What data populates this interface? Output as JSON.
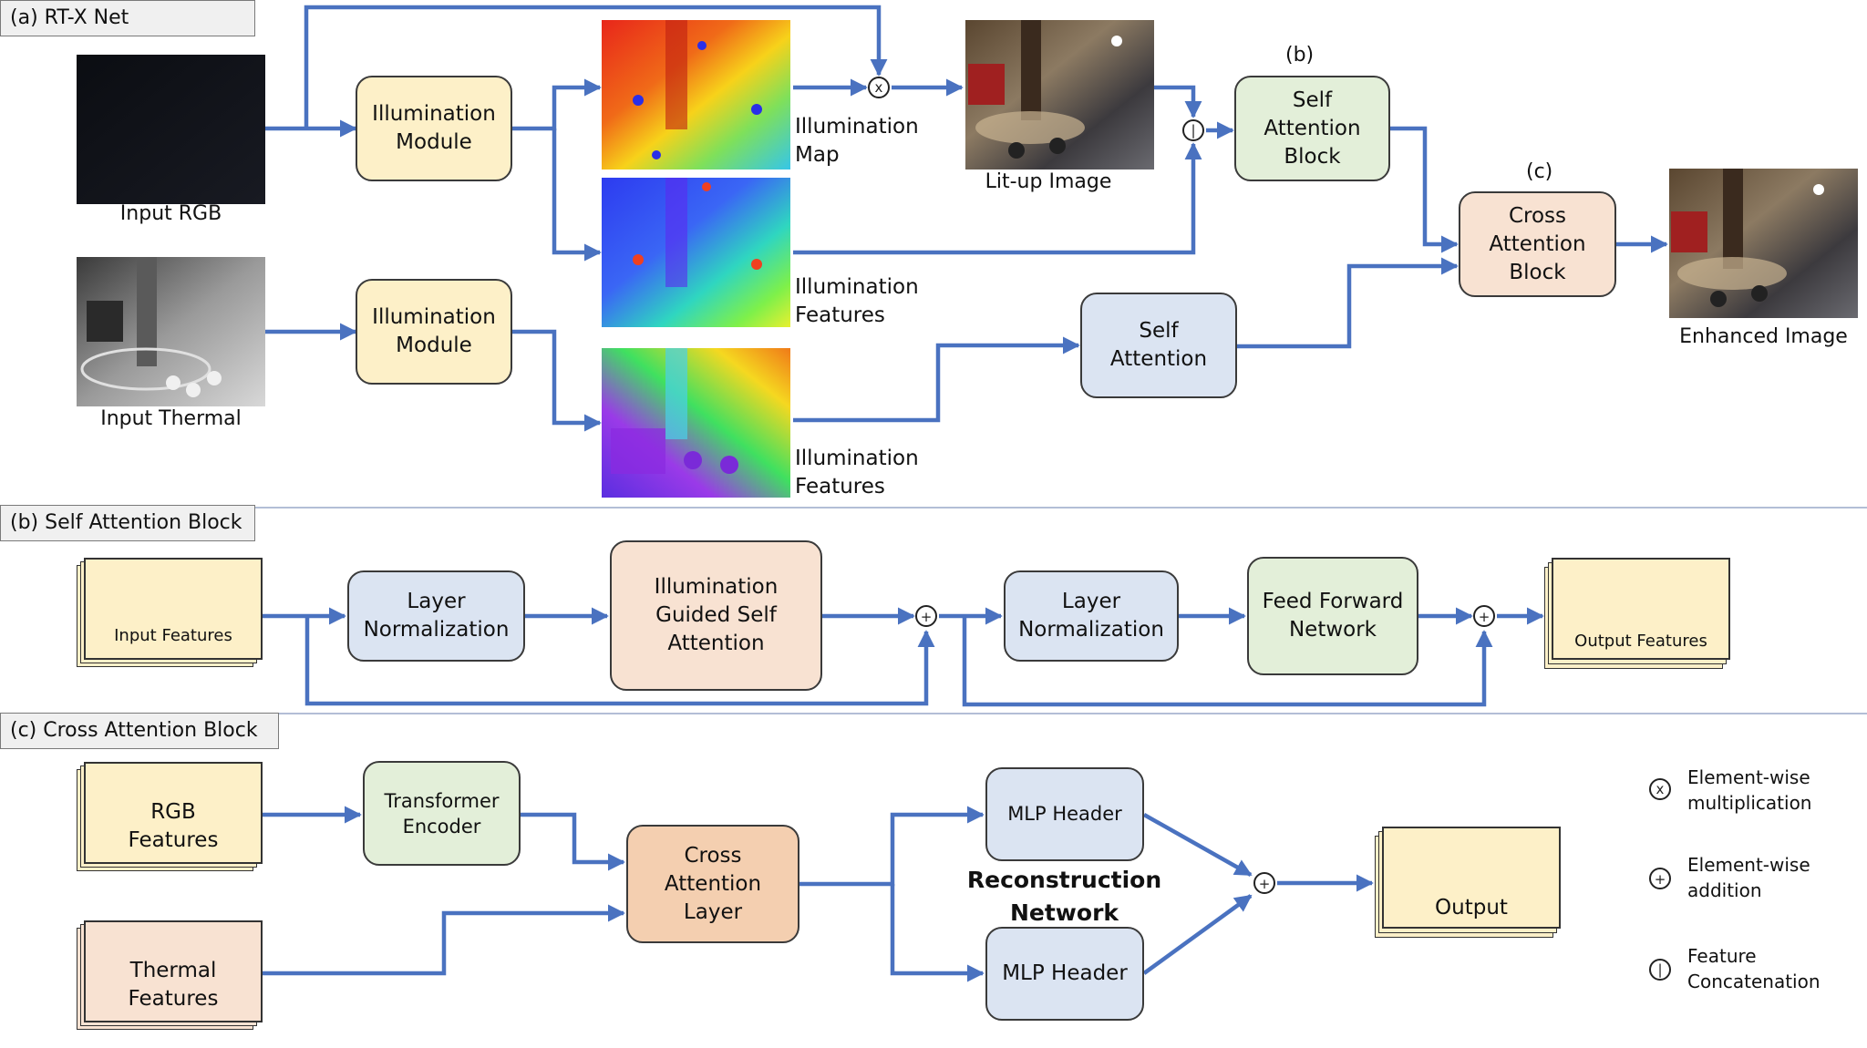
{
  "panels": {
    "a": "(a) RT-X Net",
    "b": "(b) Self Attention Block",
    "c": "(c) Cross Attention Block"
  },
  "net": {
    "input_rgb": "Input RGB",
    "input_thermal": "Input Thermal",
    "illum_module_1": "Illumination\nModule",
    "illum_module_2": "Illumination\nModule",
    "illum_map": "Illumination\nMap",
    "illum_features_1": "Illumination\nFeatures",
    "illum_features_2": "Illumination\nFeatures",
    "litup_image": "Lit-up Image",
    "ref_b": "(b)",
    "ref_c": "(c)",
    "self_attention_block": "Self\nAttention\nBlock",
    "cross_attention_block": "Cross\nAttention\nBlock",
    "self_attention": "Self\nAttention",
    "enhanced_image": "Enhanced Image"
  },
  "sab": {
    "input_features": "Input Features",
    "layer_norm_1": "Layer\nNormalization",
    "igsa": "Illumination\nGuided Self\nAttention",
    "layer_norm_2": "Layer\nNormalization",
    "ffn": "Feed Forward\nNetwork",
    "output_features": "Output Features"
  },
  "cab": {
    "rgb_features": "RGB\nFeatures",
    "thermal_features": "Thermal\nFeatures",
    "transformer_encoder": "Transformer\nEncoder",
    "cross_attention_layer": "Cross\nAttention\nLayer",
    "mlp_header_1": "MLP Header",
    "mlp_header_2": "MLP Header",
    "reconstruction_network": "Reconstruction\nNetwork",
    "output": "Output"
  },
  "legend": {
    "mult_symbol": "x",
    "mult": "Element-wise\nmultiplication",
    "add_symbol": "+",
    "add": "Element-wise\naddition",
    "concat_symbol": "|",
    "concat": "Feature\nConcatenation"
  },
  "colors": {
    "arrow": "#4a72c0",
    "yellow_box": "#fdf0c8",
    "green_box": "#e3efd9",
    "blue_box": "#dbe4f2",
    "peach_box": "#f8e2d2",
    "orange_box": "#f4cfb0"
  }
}
